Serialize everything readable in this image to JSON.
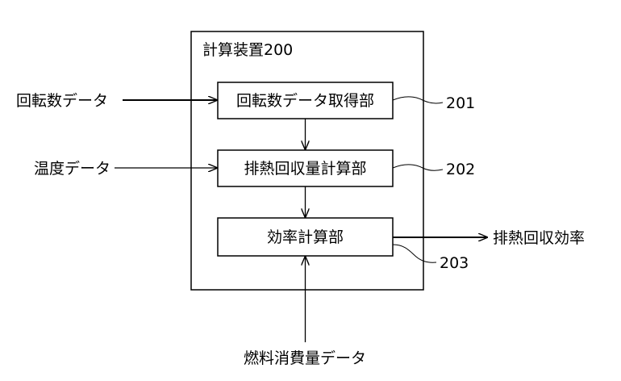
{
  "device": {
    "title": "計算装置200"
  },
  "units": [
    {
      "label": "回転数データ取得部",
      "ref": "201"
    },
    {
      "label": "排熱回収量計算部",
      "ref": "202"
    },
    {
      "label": "効率計算部",
      "ref": "203"
    }
  ],
  "inputs": {
    "rpm_data": "回転数データ",
    "temperature_data": "温度データ",
    "fuel_consumption_data": "燃料消費量データ"
  },
  "output": {
    "label": "排熱回収効率"
  }
}
